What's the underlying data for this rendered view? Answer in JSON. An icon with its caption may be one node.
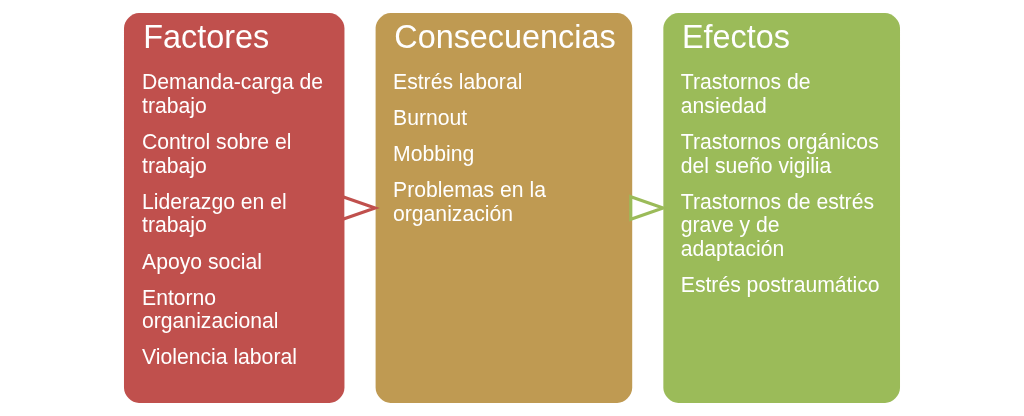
{
  "diagram": {
    "nodes": [
      {
        "text": [
          "Factores",
          "Demanda-carga de trabajo",
          "Control sobre el trabajo",
          "Liderazgo en el trabajo",
          "Apoyo social",
          "Entorno organizacional",
          "Violencia laboral"
        ]
      },
      {
        "text": [
          "Consecuencias",
          "Estrés laboral",
          "Burnout",
          "Mobbing",
          "Problemas en la organización"
        ]
      },
      {
        "text": [
          "Efectos",
          "Trastornos de ansiedad",
          "Trastornos orgánicos del sueño vigilia",
          "Trastornos de estrés grave y de adaptación",
          "Estrés postraumático"
        ]
      }
    ],
    "edges": [
      {
        "from": 0,
        "to": 1,
        "arrow": "to",
        "color": "#c0504d"
      },
      {
        "from": 1,
        "to": 2,
        "arrow": "to",
        "color": "#9bbb59"
      }
    ]
  }
}
